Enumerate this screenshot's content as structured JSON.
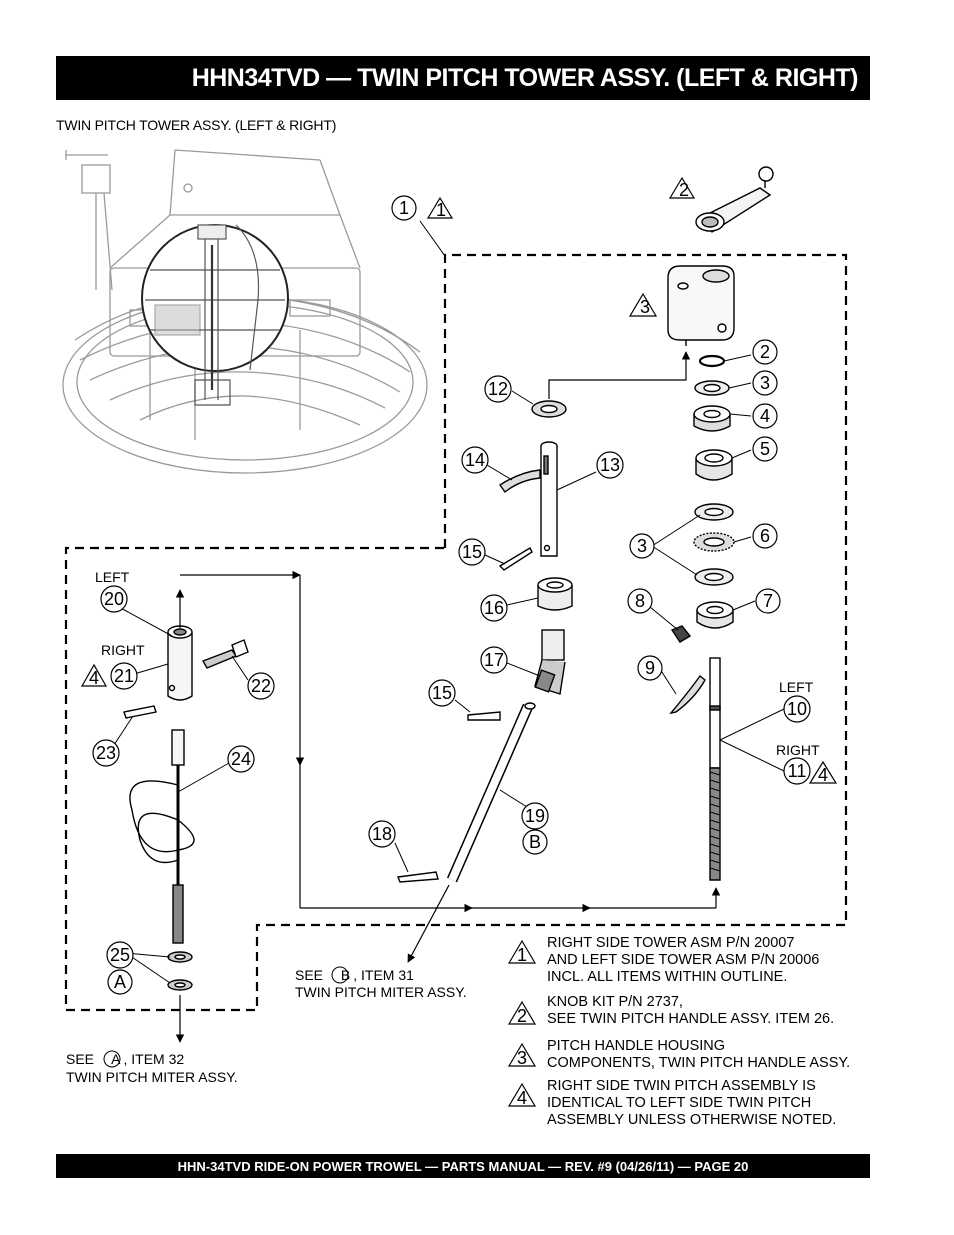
{
  "header": {
    "title": "HHN34TVD — TWIN PITCH TOWER ASSY.  (LEFT & RIGHT)"
  },
  "subtitle": "TWIN PITCH TOWER ASSY. (LEFT & RIGHT)",
  "callouts": {
    "c1": "1",
    "c2": "2",
    "c3": "3",
    "c4": "4",
    "c5": "5",
    "c6": "6",
    "c7": "7",
    "c8": "8",
    "c9": "9",
    "c10": "10",
    "c11": "11",
    "c12": "12",
    "c13": "13",
    "c14": "14",
    "c15a": "15",
    "c15b": "15",
    "c16": "16",
    "c17": "17",
    "c18": "18",
    "c19": "19",
    "c20": "20",
    "c21": "21",
    "c22": "22",
    "c23": "23",
    "c24": "24",
    "c25": "25",
    "c3b": "3",
    "cA": "A",
    "cB": "B"
  },
  "triangles": {
    "t1": "1",
    "t2": "2",
    "t3": "3",
    "t4a": "4",
    "t4b": "4"
  },
  "side_labels": {
    "left_a": "LEFT",
    "right_a": "RIGHT",
    "left_b": "LEFT",
    "right_b": "RIGHT"
  },
  "refs": {
    "see_b_pre": "SEE ",
    "see_b_letter": "B",
    "see_b_post": ", ITEM 31",
    "see_b_line2": "TWIN PITCH MITER ASSY.",
    "see_a_pre": "SEE ",
    "see_a_letter": "A",
    "see_a_post": ", ITEM 32",
    "see_a_line2": "TWIN PITCH MITER ASSY."
  },
  "notes": [
    {
      "num": "1",
      "lines": [
        "RIGHT SIDE TOWER ASM P/N 20007",
        "AND LEFT SIDE TOWER ASM P/N 20006",
        "INCL. ALL ITEMS WITHIN OUTLINE."
      ]
    },
    {
      "num": "2",
      "lines": [
        "KNOB KIT P/N 2737,",
        "SEE TWIN PITCH HANDLE ASSY. ITEM 26."
      ]
    },
    {
      "num": "3",
      "lines": [
        "PITCH HANDLE HOUSING",
        "COMPONENTS, TWIN PITCH HANDLE ASSY."
      ]
    },
    {
      "num": "4",
      "lines": [
        "RIGHT SIDE TWIN PITCH ASSEMBLY IS",
        "IDENTICAL TO LEFT SIDE TWIN PITCH",
        "ASSEMBLY UNLESS OTHERWISE NOTED."
      ]
    }
  ],
  "footer": "HHN-34TVD   RIDE-ON POWER TROWEL — PARTS MANUAL — REV. #9 (04/26/11) — PAGE 20"
}
